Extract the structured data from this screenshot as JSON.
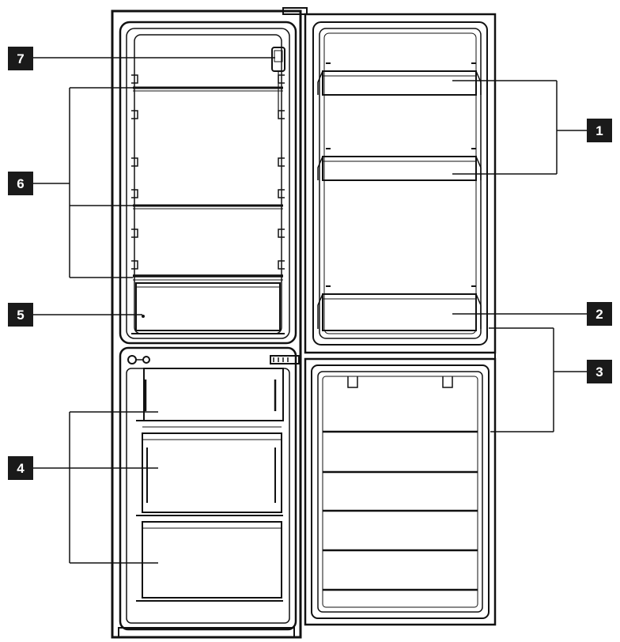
{
  "colors": {
    "line": "#111111",
    "badge": "#1a1a1a",
    "badge_text": "#ffffff",
    "background": "#ffffff"
  },
  "callouts": {
    "c1": {
      "label": "1"
    },
    "c2": {
      "label": "2"
    },
    "c3": {
      "label": "3"
    },
    "c4": {
      "label": "4"
    },
    "c5": {
      "label": "5"
    },
    "c6": {
      "label": "6"
    },
    "c7": {
      "label": "7"
    }
  }
}
